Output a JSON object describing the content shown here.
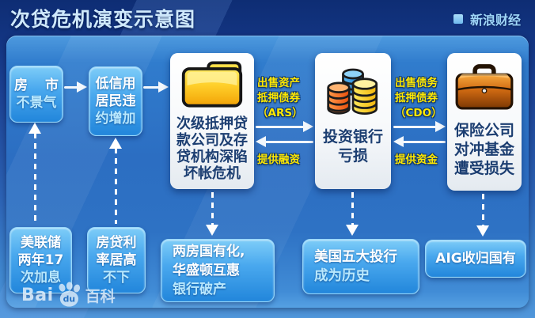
{
  "header": {
    "title": "次贷危机演变示意图",
    "brand": "新浪财经"
  },
  "flow": {
    "housing": {
      "line1": "房 市",
      "line2": "不景气"
    },
    "credit": {
      "line1": "低信用",
      "line2": "居民违",
      "line3": "约增加"
    },
    "subprime": {
      "line1": "次级抵押贷",
      "line2": "款公司及存",
      "line3": "贷机构深陷",
      "line4": "坏帐危机",
      "icon": "folder-icon"
    },
    "investment": {
      "line1": "投资银行",
      "line2": "亏损",
      "icon": "coins-icon"
    },
    "insurance": {
      "line1": "保险公司",
      "line2": "对冲基金",
      "line3": "遭受损失",
      "icon": "briefcase-icon"
    },
    "ars_link": {
      "sell1": "出售资产",
      "sell2": "抵押债券",
      "sell3": "（ARS）",
      "provide": "提供融资"
    },
    "cdo_link": {
      "sell1": "出售债务",
      "sell2": "抵押债券",
      "sell3": "（CDO）",
      "provide": "提供资金"
    }
  },
  "causes": {
    "fed": {
      "line1": "美联储",
      "line2": "两年17",
      "line3": "次加息"
    },
    "rate": {
      "line1": "房贷利",
      "line2": "率居高",
      "line3": "不下"
    }
  },
  "outcomes": {
    "fannie": {
      "line1": "两房国有化,",
      "line2": "华盛顿互惠",
      "line3": "银行破产"
    },
    "banks": {
      "line1": "美国五大投行",
      "line2": "成为历史"
    },
    "aig": {
      "line1": "AIG收归国有"
    }
  },
  "watermark": {
    "bai": "Bai",
    "du": "du",
    "suffix": "百科"
  },
  "colors": {
    "header_navy": "#14367e",
    "panel_blue": "#2e72c4",
    "box_blue_top": "#7ecdf8",
    "box_blue_bottom": "#2286db",
    "box_text_dim": "#b9e8fd",
    "white_box_text": "#1c3e71",
    "label_yellow": "#ffe800",
    "arrow_white": "#f2f7fc",
    "brand_blue": "#9fd6f8"
  }
}
